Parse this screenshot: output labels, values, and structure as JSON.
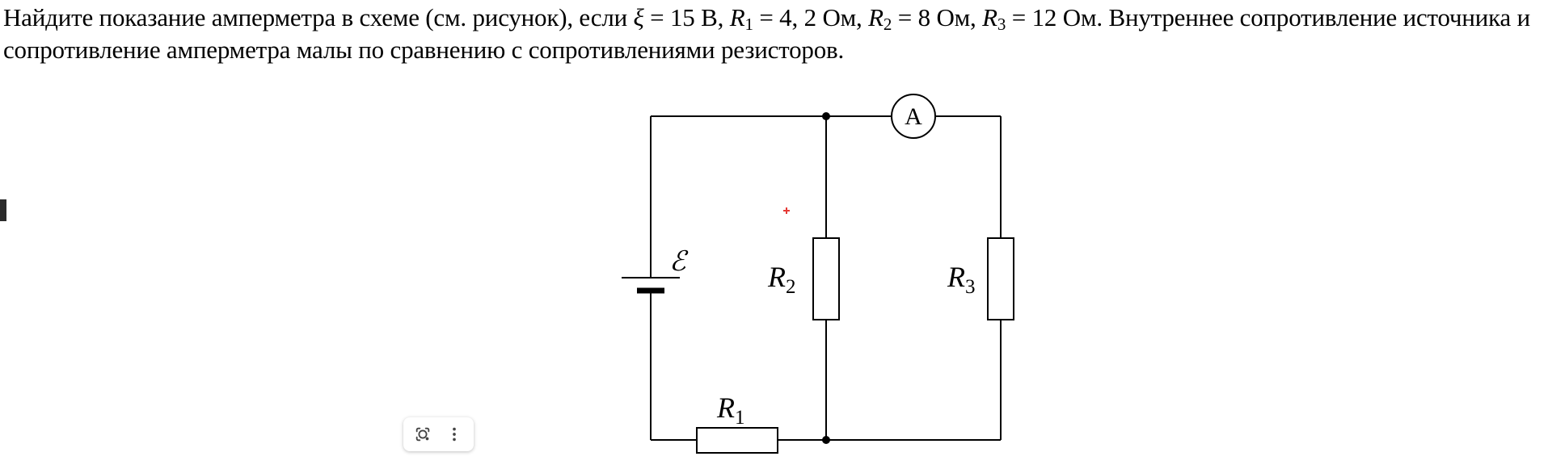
{
  "problem": {
    "t1": "Найдите показание амперметра в схеме (см. рисунок), если ",
    "emf_symbol": "ξ",
    "eq1": " = 15 ",
    "unit_v": "В, ",
    "r1_letter": "R",
    "r1_sub": "1",
    "eq2": " = 4, 2 ",
    "unit_ohm1": "Ом, ",
    "r2_letter": "R",
    "r2_sub": "2",
    "eq3": " = 8 ",
    "unit_ohm2": "Ом, ",
    "r3_letter": "R",
    "r3_sub": "3",
    "eq4": " = 12 ",
    "t2": "Ом. Внутреннее сопротивление источника и сопротивление амперметра малы по сравнению с сопротивлениями резисторов."
  },
  "circuit": {
    "ammeter_label": "A",
    "emf_label": "ℰ",
    "r1_label": "R",
    "r1_sub": "1",
    "r2_label": "R",
    "r2_sub": "2",
    "r3_label": "R",
    "r3_sub": "3"
  },
  "toolbar": {
    "lens_icon": "camera-lens-icon",
    "more_icon": "more-vertical-icon"
  }
}
